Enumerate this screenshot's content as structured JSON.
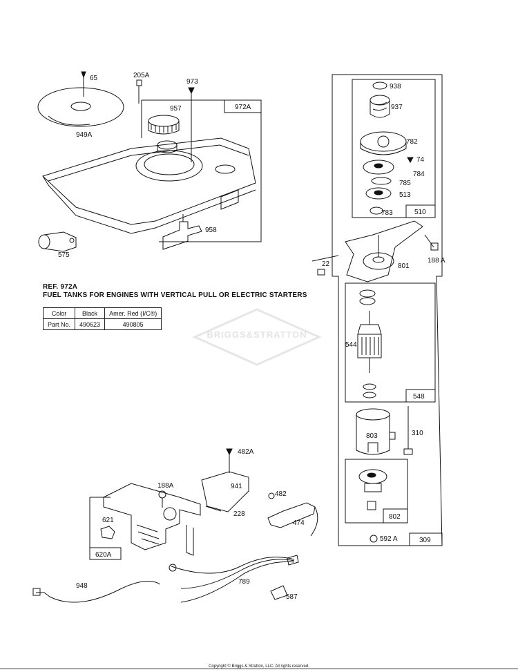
{
  "ref_title": "REF. 972A",
  "ref_subtitle": "FUEL TANKS FOR ENGINES WITH VERTICAL PULL OR ELECTRIC STARTERS",
  "table": {
    "headers": [
      "Color",
      "Black",
      "Amer. Red (I/C®)"
    ],
    "row_label": "Part No.",
    "values": [
      "490623",
      "490805"
    ]
  },
  "watermark": "BRIGGS&STRATTON",
  "copyright": "Copyright © Briggs & Stratton, LLC. All rights reserved.",
  "parts": {
    "p65": "65",
    "p949A": "949A",
    "p205A": "205A",
    "p973": "973",
    "p957": "957",
    "p972A": "972A",
    "p958": "958",
    "p575": "575",
    "p938": "938",
    "p937": "937",
    "p782": "782",
    "p74": "74",
    "p784": "784",
    "p785": "785",
    "p513": "513",
    "p783": "783",
    "p510": "510",
    "p22": "22",
    "p801": "801",
    "p188A_r": "188 A",
    "p544": "544",
    "p548": "548",
    "p803": "803",
    "p310": "310",
    "p802": "802",
    "p592A": "592 A",
    "p309": "309",
    "p482A": "482A",
    "p188A": "188A",
    "p941": "941",
    "p482": "482",
    "p228": "228",
    "p621": "621",
    "p620A": "620A",
    "p474": "474",
    "p948": "948",
    "p789": "789",
    "p587": "587"
  }
}
